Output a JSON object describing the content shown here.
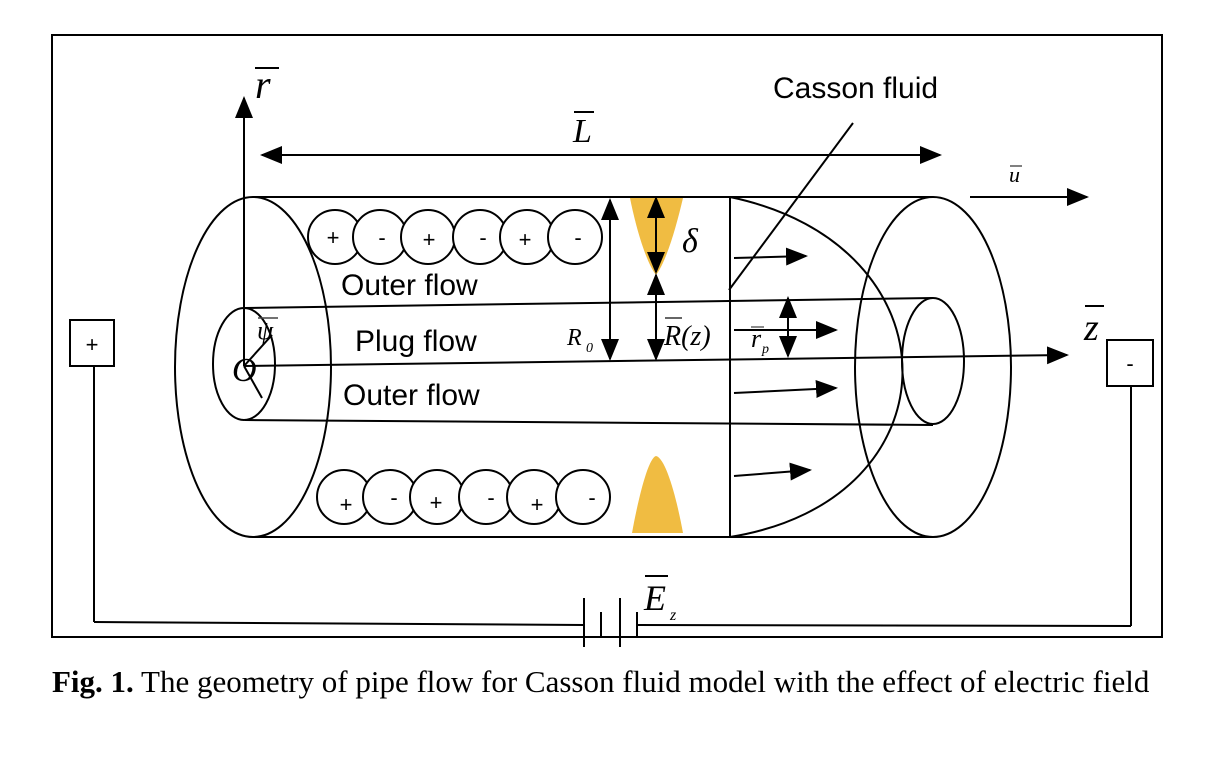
{
  "labels": {
    "r_axis": "r",
    "L": "L",
    "casson_fluid": "Casson fluid",
    "u": "u",
    "delta": "δ",
    "outer_flow_top": "Outer flow",
    "plug_flow": "Plug flow",
    "outer_flow_bottom": "Outer flow",
    "psi": "ψ",
    "origin": "O",
    "R0": "R",
    "R0_sub": "0",
    "Rz": "R(z) ",
    "rp": "r",
    "rp_sub": "p",
    "z_axis": "z",
    "E": "E",
    "E_sub": "z"
  },
  "terminals": {
    "plus": "+",
    "minus": "-"
  },
  "ions": {
    "top": [
      "+",
      "-",
      "+",
      "-",
      "+",
      "-"
    ],
    "bottom": [
      "+",
      "-",
      "+",
      "-",
      "+",
      "-"
    ]
  },
  "colors": {
    "stenosis": "#f0bc42",
    "stroke": "#000000"
  },
  "caption": {
    "label": "Fig. 1.",
    "text": " The geometry of pipe flow for Casson fluid model with the effect of electric field"
  }
}
